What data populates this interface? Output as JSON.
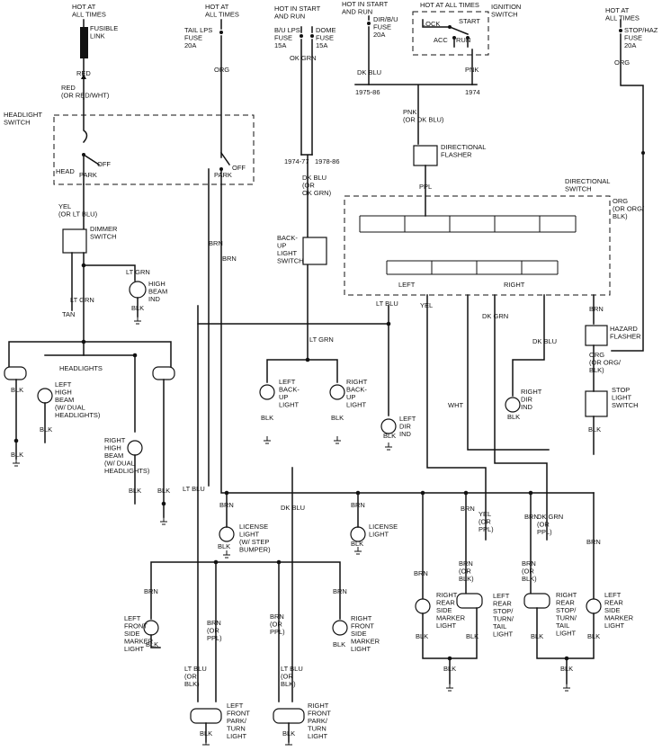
{
  "labels": {
    "hot_fusible": "HOT AT|ALL TIMES",
    "fusible_link": "FUSIBLE|LINK",
    "red1": "RED",
    "red2": "RED|(OR RED/WHT)",
    "hot_tail": "HOT AT|ALL TIMES",
    "tail_fuse": "TAIL LPS|FUSE|20A",
    "org1": "ORG",
    "hot_start_run1": "HOT IN START|AND RUN",
    "bu_lps_fuse": "B/U LPS|FUSE|15A",
    "dome_fuse": "DOME|FUSE|15A",
    "ok_grn": "OK GRN",
    "hot_start_run2": "HOT IN START|AND RUN",
    "dir_fuse": "DIR/B/U|FUSE|20A",
    "dk_blu_top": "DK BLU",
    "hot_ign": "HOT AT ALL TIMES",
    "ignition_switch": "IGNITION|SWITCH",
    "lock": "LOCK",
    "start": "START",
    "acc": "ACC",
    "run": "RUN",
    "pnk_top": "PNK",
    "yr_1975": "1975-86",
    "yr_1974": "1974",
    "hot_stop": "HOT AT|ALL TIMES",
    "stop_haz_fuse": "STOP/HAZ|FUSE|20A",
    "org2": "ORG",
    "headlight_switch": "HEADLIGHT|SWITCH",
    "off1": "OFF",
    "head": "HEAD",
    "park1": "PARK",
    "off2": "OFF",
    "park2": "PARK",
    "pnk_mid": "PNK|(OR DK BLU)",
    "directional_flasher": "DIRECTIONAL|FLASHER",
    "yr_1974_77": "1974-77",
    "yr_1978_86": "1978-86",
    "dk_blu_ok_grn": "DK BLU|(OR|OK GRN)",
    "ppl": "PPL",
    "directional_switch": "DIRECTIONAL|SWITCH",
    "org_org_blk": "ORG|(OR ORG/|BLK)",
    "yel_lt_blu": "YEL|(OR LT BLU)",
    "dimmer_switch": "DIMMER|SWITCH",
    "brn1": "BRN",
    "brn2": "BRN",
    "backup_switch": "BACK-|UP|LIGHT|SWITCH",
    "lt_grn1": "LT GRN",
    "high_beam_ind": "HIGH|BEAM|IND",
    "blk_hb": "BLK",
    "left": "LEFT",
    "right": "RIGHT",
    "tan": "TAN",
    "lt_grn2": "LT GRN",
    "lt_blu1": "LT BLU",
    "yel1": "YEL",
    "dk_grn1": "DK GRN",
    "dk_blu1": "DK BLU",
    "brn3": "BRN",
    "hazard_flasher": "HAZARD|FLASHER",
    "lt_grn3": "LT GRN",
    "headlights": "HEADLIGHTS",
    "org_org_blk2": "ORG|(OR ORG/|BLK)",
    "blk1": "BLK",
    "left_high_beam": "LEFT|HIGH|BEAM|(W/ DUAL|HEADLIGHTS)",
    "left_backup": "LEFT|BACK-|UP|LIGHT",
    "right_backup": "RIGHT|BACK-|UP|LIGHT",
    "right_dir_ind": "RIGHT|DIR|IND",
    "stop_light_switch": "STOP|LIGHT|SWITCH",
    "blk2": "BLK",
    "blk3": "BLK",
    "blk4": "BLK",
    "blk5": "BLK",
    "wht": "WHT",
    "left_dir_ind": "LEFT|DIR|IND",
    "blk6": "BLK",
    "blk7": "BLK",
    "right_high_beam": "RIGHT|HIGH|BEAM|(W/ DUAL|HEADLIGHTS)",
    "blk8": "BLK",
    "blk9": "BLK",
    "blk10": "BLK",
    "lt_blu2": "LT BLU",
    "dk_blu2": "DK BLU",
    "brn4": "BRN",
    "brn5": "BRN",
    "brn6": "BRN",
    "yel_ppl": "YEL|(OR|PPL)",
    "brn7": "BRN",
    "dk_grn_ppl": "DK GRN|(OR|PPL)",
    "brn8": "BRN",
    "license1": "LICENSE|LIGHT|(W/ STEP|BUMPER)",
    "license2": "LICENSE|LIGHT",
    "blk11": "BLK",
    "blk12": "BLK",
    "brn_blk1": "BRN|(OR|BLK)",
    "brn_blk2": "BRN|(OR|BLK)",
    "brn9": "BRN",
    "brn10": "BRN",
    "brn11": "BRN",
    "left_front_side": "LEFT|FRONT|SIDE|MARKER|LIGHT",
    "brn_ppl1": "BRN|(OR|PPL)",
    "brn_ppl2": "BRN|(OR|PPL)",
    "right_front_side": "RIGHT|FRONT|SIDE|MARKER|LIGHT",
    "right_rear_side": "RIGHT|REAR|SIDE|MARKER|LIGHT",
    "left_rear_stop": "LEFT|REAR|STOP/|TURN/|TAIL|LIGHT",
    "right_rear_stop": "RIGHT|REAR|STOP/|TURN/|TAIL|LIGHT",
    "left_rear_side": "LEFT|REAR|SIDE|MARKER|LIGHT",
    "blk13": "BLK",
    "blk14": "BLK",
    "blk15": "BLK",
    "blk16": "BLK",
    "blk17": "BLK",
    "blk18": "BLK",
    "blk19": "BLK",
    "blk20": "BLK",
    "blk21": "BLK",
    "blk22": "BLK",
    "lt_blu_blk": "LT BLU|(OR|BLK)",
    "lt_blu_blk2": "LT BLU|(OR|BLK)",
    "left_front_park": "LEFT|FRONT|PARK/|TURN|LIGHT",
    "right_front_park": "RIGHT|FRONT|PARK/|TURN|LIGHT",
    "blk23": "BLK",
    "blk24": "BLK",
    "blk25": "BLK",
    "blk26": "BLK"
  }
}
